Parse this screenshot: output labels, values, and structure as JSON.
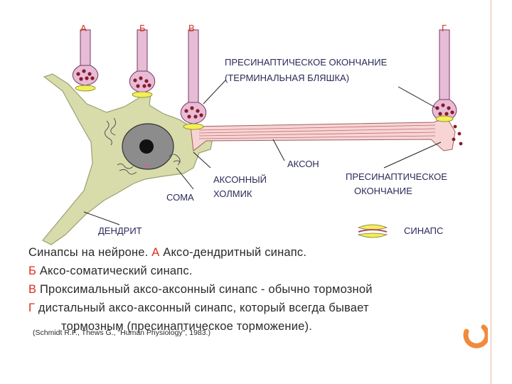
{
  "labels": {
    "a": "А",
    "b": "Б",
    "v": "В",
    "g": "Г",
    "presynaptic_ending_line1": "ПРЕСИНАПТИЧЕСКОЕ ОКОНЧАНИЕ",
    "presynaptic_ending_line2": "(ТЕРМИНАЛЬНАЯ БЛЯШКА)",
    "axon": "АКСОН",
    "axon_hillock_line1": "АКСОННЫЙ",
    "axon_hillock_line2": "ХОЛМИК",
    "soma": "СОМА",
    "presynaptic_line1": "ПРЕСИНАПТИЧЕСКОЕ",
    "presynaptic_line2": "ОКОНЧАНИЕ",
    "dendrite": "ДЕНДРИТ",
    "synapse": "СИНАПС"
  },
  "caption": {
    "line1_text": "Синапсы на нейроне. ",
    "line1_letter": "А",
    "line1_rest": " Аксо-дендритный синапс.",
    "line2_letter": "Б",
    "line2_rest": "  Аксо-соматический синапс.",
    "line3_letter": "В",
    "line3_rest": "  Проксимальный аксо-аксонный синапс - обычно тормозной",
    "line4_letter": "Г",
    "line4_rest": "  дистальный аксо-аксонный синапс, который всегда бывает",
    "line5": "тормозным    (пресинаптическое торможение).",
    "citation": "(Schmidt R.F., Thews G., \"Human Physiology\", 1983.)"
  },
  "colors": {
    "letter_accent": "#d8301a",
    "cell_body": "#d8dcab",
    "terminal": "#e7bcd7",
    "vesicle": "#8a1a2a",
    "synapse_yellow": "#f2ef58",
    "decor_orange": "#f08a3c"
  }
}
